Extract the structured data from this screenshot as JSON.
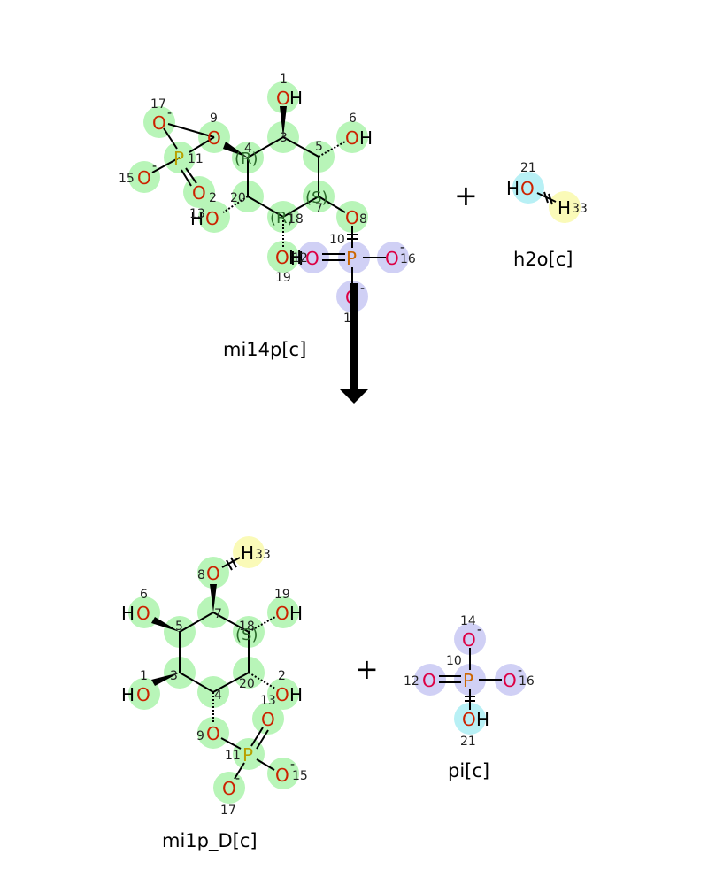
{
  "labels": {
    "reactant1": "mi14p[c]",
    "reactant2": "h2o[c]",
    "product1": "mi1p_D[c]",
    "product2": "pi[c]"
  },
  "plus": "+",
  "symbols": {
    "O": "O",
    "H": "H",
    "P": "P",
    "OH": "OH",
    "HO": "HO",
    "minus": "-"
  },
  "stereo": {
    "R": "(R)",
    "S": "(S)"
  },
  "atom_numbers": {
    "n1": "1",
    "n2": "2",
    "n3": "3",
    "n4": "4",
    "n5": "5",
    "n6": "6",
    "n7": "7",
    "n8": "8",
    "n9": "9",
    "n10": "10",
    "n11": "11",
    "n12": "12",
    "n13": "13",
    "n14": "14",
    "n15": "15",
    "n16": "16",
    "n17": "17",
    "n18": "18",
    "n19": "19",
    "n20": "20",
    "n21": "21",
    "n33": "33"
  },
  "colors": {
    "highlight_green": "#b8f5b8",
    "highlight_blue": "#d0d0f5",
    "highlight_cyan": "#b8f0f5",
    "highlight_yellow": "#fafab8"
  }
}
